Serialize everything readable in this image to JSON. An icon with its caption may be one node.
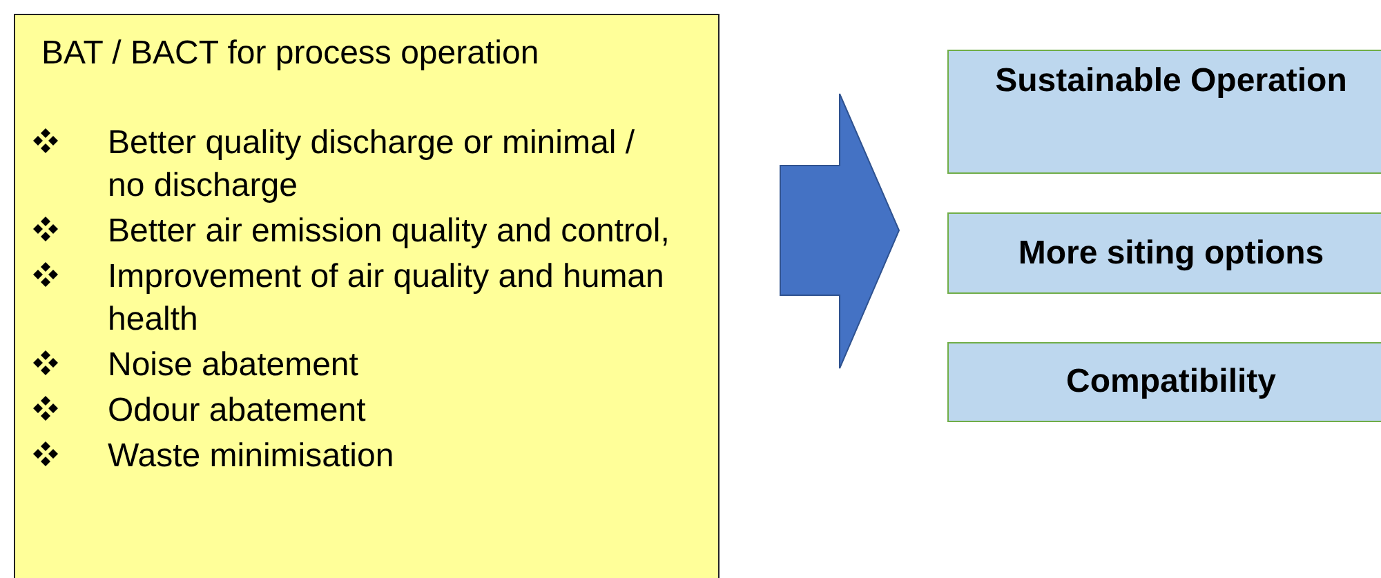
{
  "diagram": {
    "nodes": [
      {
        "text": [
          "BAT / BACT for process operation",
          "Better quality discharge or minimal / no discharge",
          "Better air emission quality and control,",
          "Improvement of air quality and human health",
          "Noise abatement",
          "Odour abatement",
          "Waste minimisation"
        ]
      },
      {
        "text": [
          "Sustainable Operation"
        ]
      },
      {
        "text": [
          "More siting options"
        ]
      },
      {
        "text": [
          "Compatibility"
        ]
      }
    ]
  }
}
